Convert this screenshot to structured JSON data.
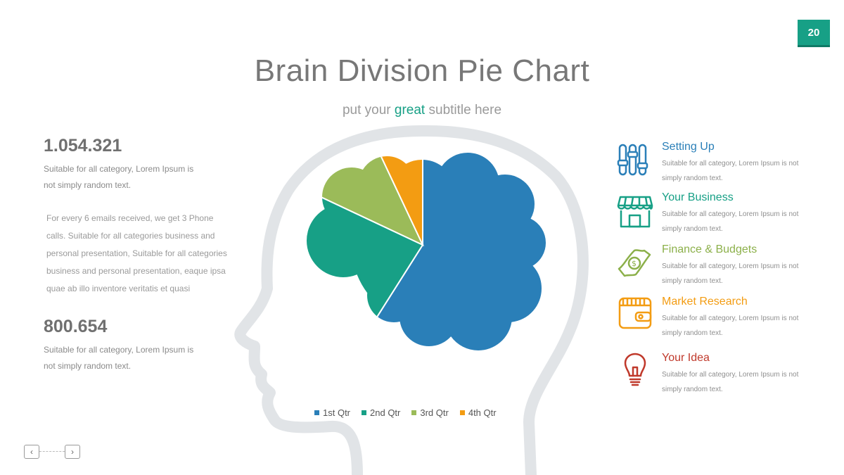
{
  "page_number": "20",
  "title": "Brain Division Pie Chart",
  "subtitle": {
    "prefix": "put your ",
    "highlight": "great",
    "suffix": " subtitle here"
  },
  "colors": {
    "accent": "#17a086",
    "series": [
      "#2a7fb8",
      "#17a086",
      "#9bbb59",
      "#f39c12"
    ],
    "outline": "#e1e4e7"
  },
  "left": {
    "stat1": {
      "number": "1.054.321",
      "line1": "Suitable for all category, Lorem Ipsum is",
      "line2": "not simply random text."
    },
    "paragraph": [
      "For every 6 emails received, we get 3 Phone",
      "calls. Suitable for all categories business and",
      "personal presentation, Suitable for all categories",
      "business and personal presentation, eaque ipsa",
      "quae ab illo inventore veritatis et quasi"
    ],
    "stat2": {
      "number": "800.654",
      "line1": "Suitable for all category, Lorem Ipsum is",
      "line2": "not simply random text."
    }
  },
  "features": [
    {
      "title": "Setting Up",
      "color": "#2a7fb8",
      "icon": "sliders-icon",
      "desc1": "Suitable for all category, Lorem Ipsum is not",
      "desc2": "simply random text."
    },
    {
      "title": "Your Business",
      "color": "#17a086",
      "icon": "storefront-icon",
      "desc1": "Suitable for all category, Lorem Ipsum is not",
      "desc2": "simply random text."
    },
    {
      "title": "Finance & Budgets",
      "color": "#8cb04a",
      "icon": "money-bill-icon",
      "desc1": "Suitable for all category, Lorem Ipsum is not",
      "desc2": "simply random text."
    },
    {
      "title": "Market Research",
      "color": "#f39c12",
      "icon": "wallet-icon",
      "desc1": "Suitable for all category, Lorem Ipsum is not",
      "desc2": "simply random text."
    },
    {
      "title": "Your Idea",
      "color": "#c0392b",
      "icon": "lightbulb-icon",
      "desc1": "Suitable for all category, Lorem Ipsum is not",
      "desc2": "simply random text."
    }
  ],
  "chart_data": {
    "type": "pie",
    "title": "Brain Division Pie Chart",
    "categories": [
      "1st Qtr",
      "2nd Qtr",
      "3rd Qtr",
      "4th Qtr"
    ],
    "values": [
      59,
      23,
      11,
      7
    ],
    "colors": [
      "#2a7fb8",
      "#17a086",
      "#9bbb59",
      "#f39c12"
    ],
    "legend": "bottom"
  },
  "nav": {
    "prev": "‹",
    "next": "›"
  }
}
